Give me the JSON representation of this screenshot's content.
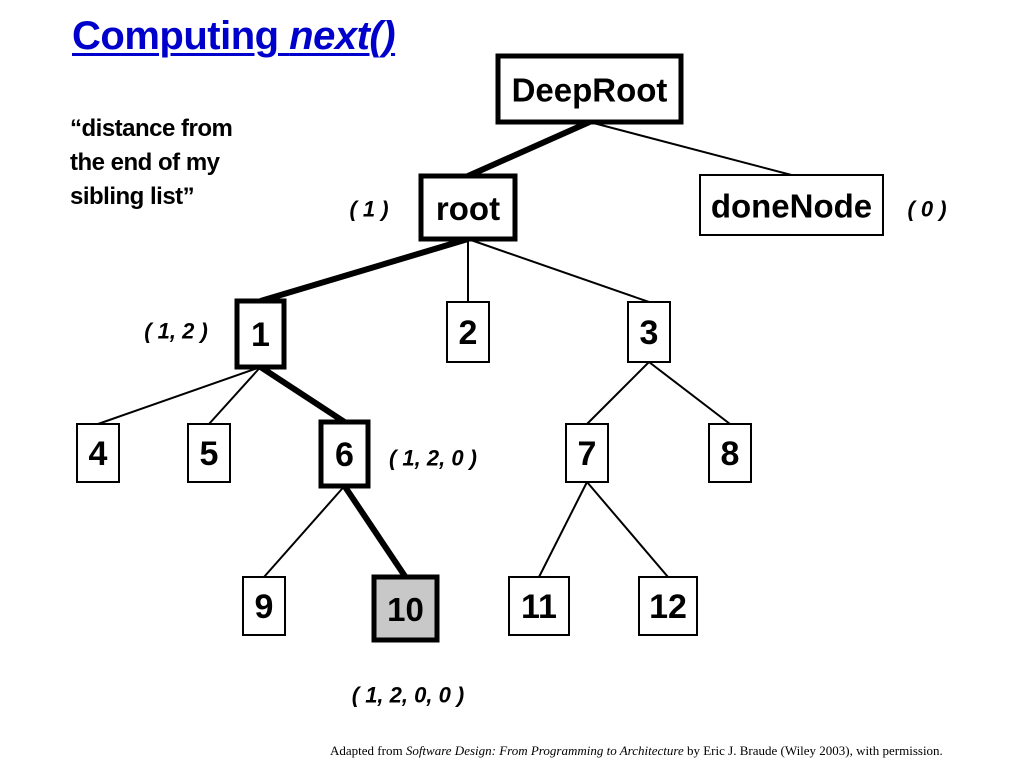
{
  "slide": {
    "title_main": "Computing ",
    "title_emph": "next()",
    "note_lines": [
      "“distance from",
      "the end of my",
      "sibling list”"
    ],
    "credit": {
      "prefix": "Adapted from ",
      "book": "Software Design: From Programming to Architecture",
      "suffix": " by Eric J. Braude (Wiley 2003), with permission."
    }
  },
  "tree": {
    "nodes": [
      {
        "id": "deeproot",
        "label": "DeepRoot",
        "style": "thick"
      },
      {
        "id": "root",
        "label": "root",
        "style": "thick"
      },
      {
        "id": "donenode",
        "label": "doneNode",
        "style": "normal"
      },
      {
        "id": "n1",
        "label": "1",
        "style": "thick"
      },
      {
        "id": "n2",
        "label": "2",
        "style": "normal"
      },
      {
        "id": "n3",
        "label": "3",
        "style": "normal"
      },
      {
        "id": "n4",
        "label": "4",
        "style": "normal"
      },
      {
        "id": "n5",
        "label": "5",
        "style": "normal"
      },
      {
        "id": "n6",
        "label": "6",
        "style": "thick"
      },
      {
        "id": "n7",
        "label": "7",
        "style": "normal"
      },
      {
        "id": "n8",
        "label": "8",
        "style": "normal"
      },
      {
        "id": "n9",
        "label": "9",
        "style": "normal"
      },
      {
        "id": "n10",
        "label": "10",
        "style": "highlighted"
      },
      {
        "id": "n11",
        "label": "11",
        "style": "normal"
      },
      {
        "id": "n12",
        "label": "12",
        "style": "normal"
      }
    ],
    "edges": [
      {
        "from": "deeproot",
        "to": "root",
        "style": "thick"
      },
      {
        "from": "deeproot",
        "to": "donenode",
        "style": "thin"
      },
      {
        "from": "root",
        "to": "n1",
        "style": "thick"
      },
      {
        "from": "root",
        "to": "n2",
        "style": "thin"
      },
      {
        "from": "root",
        "to": "n3",
        "style": "thin"
      },
      {
        "from": "n1",
        "to": "n4",
        "style": "thin"
      },
      {
        "from": "n1",
        "to": "n5",
        "style": "thin"
      },
      {
        "from": "n1",
        "to": "n6",
        "style": "thick"
      },
      {
        "from": "n3",
        "to": "n7",
        "style": "thin"
      },
      {
        "from": "n3",
        "to": "n8",
        "style": "thin"
      },
      {
        "from": "n6",
        "to": "n9",
        "style": "thin"
      },
      {
        "from": "n6",
        "to": "n10",
        "style": "thick"
      },
      {
        "from": "n7",
        "to": "n11",
        "style": "thin"
      },
      {
        "from": "n7",
        "to": "n12",
        "style": "thin"
      }
    ],
    "annotations": [
      {
        "id": "root",
        "text": "( 1 )"
      },
      {
        "id": "donenode",
        "text": "( 0 )"
      },
      {
        "id": "n1",
        "text": "( 1, 2 )"
      },
      {
        "id": "n6",
        "text": "( 1, 2, 0 )"
      },
      {
        "id": "n10",
        "text": "( 1, 2, 0, 0 )"
      }
    ],
    "colors": {
      "highlight_fill": "#c8c8c8",
      "line": "#000000",
      "title": "#0000cc"
    }
  }
}
